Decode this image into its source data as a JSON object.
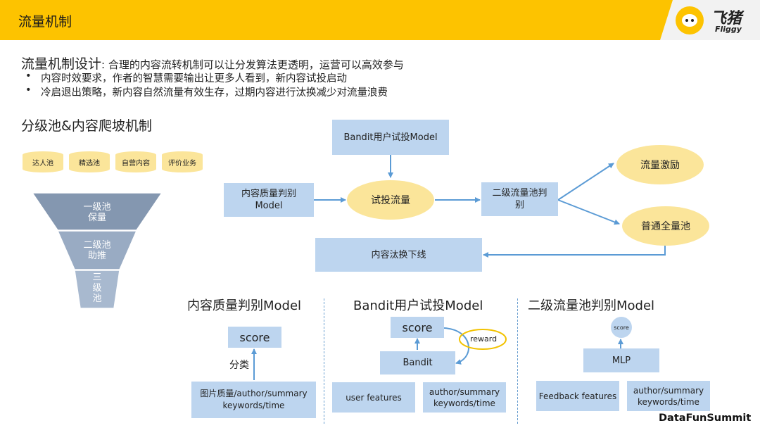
{
  "header": {
    "title": "流量机制",
    "logo_cn": "飞猪",
    "logo_en": "Fliggy"
  },
  "intro": {
    "title": "流量机制设计",
    "desc": ": 合理的内容流转机制可以让分发算法更透明，运营可以高效参与",
    "bullets": [
      "内容时效要求，作者的智慧需要输出让更多人看到，新内容试投启动",
      "冷启退出策略，新内容自然流量有效生存，过期内容进行汰换减少对流量浪费"
    ]
  },
  "pool_section": {
    "title": "分级池&内容爬坡机制",
    "pools": [
      "达人池",
      "精选池",
      "自营内容",
      "评价业务"
    ],
    "funnel": [
      "一级池\n保量",
      "二级池\n助推",
      "三\n级\n池"
    ]
  },
  "flow": {
    "bandit_model": "Bandit用户试投Model",
    "quality_model": "内容质量判别\nModel",
    "trial_traffic": "试投流量",
    "level2_judge": "二级流量池判\n别",
    "traffic_boost": "流量激励",
    "normal_pool": "普通全量池",
    "eliminate": "内容汰换下线"
  },
  "models": {
    "quality": {
      "title": "内容质量判别Model",
      "score": "score",
      "edge_label": "分类",
      "input": "图片质量/author/summary\nkeywords/time"
    },
    "bandit": {
      "title": "Bandit用户试投Model",
      "score": "score",
      "reward": "reward",
      "bandit": "Bandit",
      "input1": "user features",
      "input2": "author/summary\nkeywords/time"
    },
    "level2": {
      "title": "二级流量池判别Model",
      "score": "score",
      "mlp": "MLP",
      "input1": "Feedback features",
      "input2": "author/summary\nkeywords/time"
    }
  },
  "footer": {
    "brand": "DataFunSummit"
  }
}
